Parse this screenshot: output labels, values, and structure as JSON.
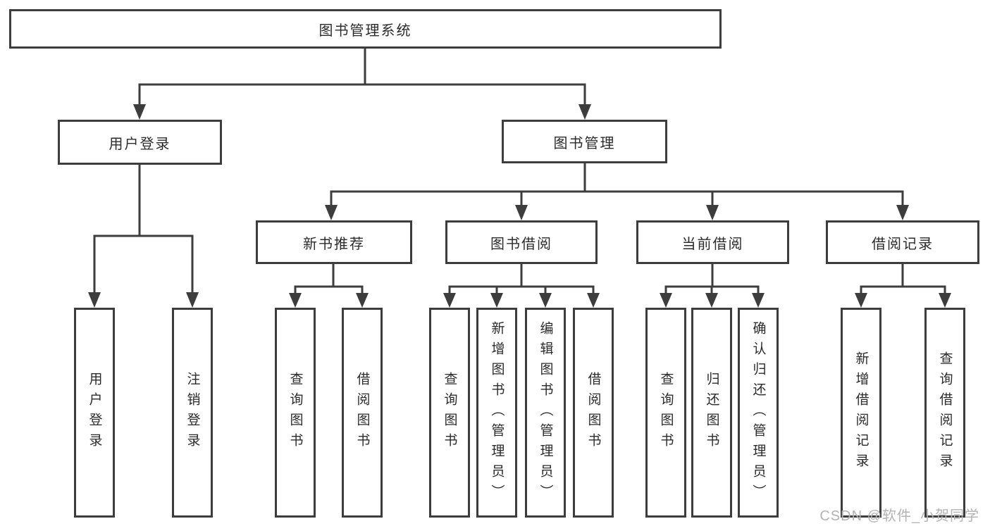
{
  "diagram": {
    "root": {
      "label": "图书管理系统"
    },
    "level2": [
      {
        "label": "用户登录"
      },
      {
        "label": "图书管理"
      }
    ],
    "level3": [
      {
        "label": "新书推荐"
      },
      {
        "label": "图书借阅"
      },
      {
        "label": "当前借阅"
      },
      {
        "label": "借阅记录"
      }
    ],
    "leaves": {
      "user_login": [
        "用户登录",
        "注销登录"
      ],
      "new_book": [
        "查询图书",
        "借阅图书"
      ],
      "book_borrow": [
        "查询图书",
        "新增图书（管理员）",
        "编辑图书（管理员）",
        "借阅图书"
      ],
      "current_borrow": [
        "查询图书",
        "归还图书",
        "确认归还（管理员）"
      ],
      "borrow_record": [
        "新增借阅记录",
        "查询借阅记录"
      ]
    }
  },
  "watermark": {
    "text": "CSDN @软件_小贺同学"
  },
  "colors": {
    "line": "#3d3d3d",
    "text": "#2b2b2b",
    "watermark": "#b3b3b3",
    "background": "#ffffff"
  }
}
